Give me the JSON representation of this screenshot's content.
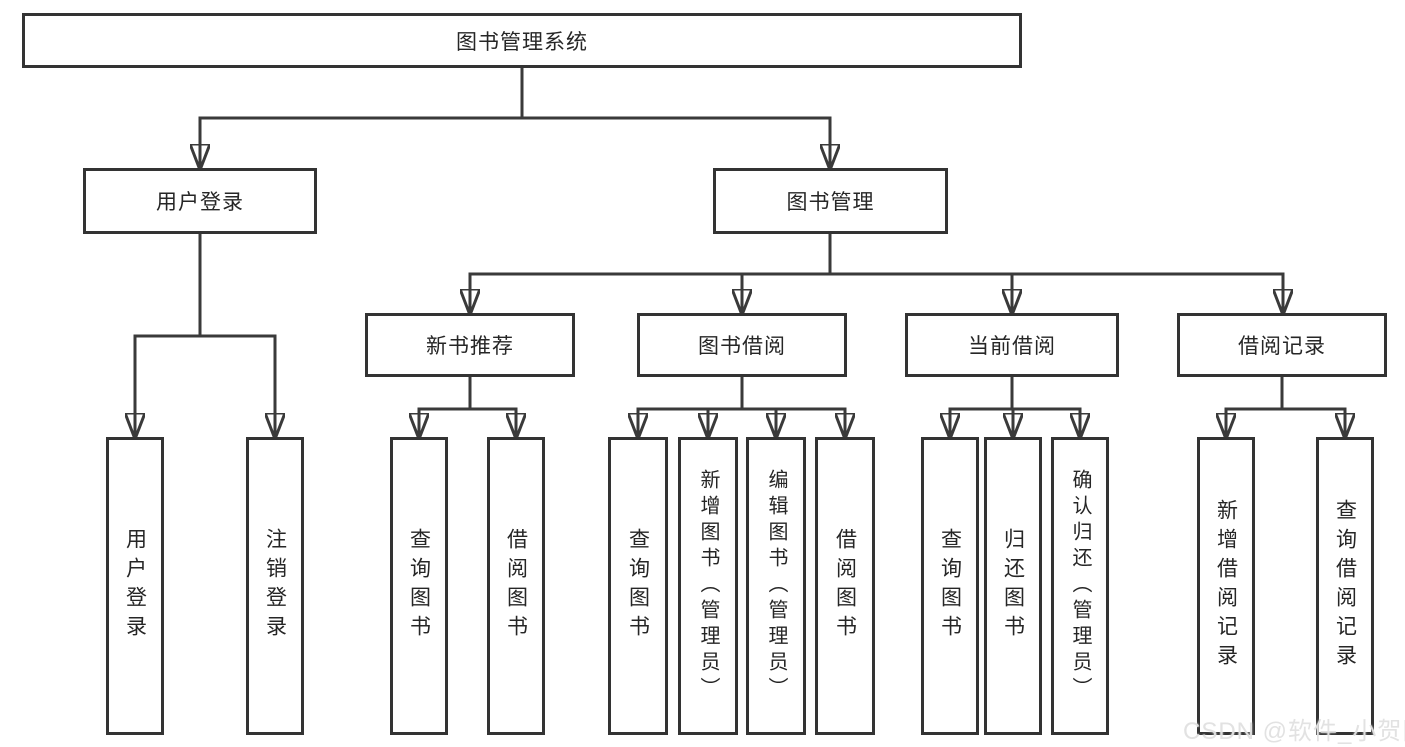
{
  "diagram": {
    "title": "图书管理系统",
    "root": {
      "label": "图书管理系统",
      "children": [
        {
          "label": "用户登录",
          "children": [
            {
              "label": "用户登录"
            },
            {
              "label": "注销登录"
            }
          ]
        },
        {
          "label": "图书管理",
          "children": [
            {
              "label": "新书推荐",
              "children": [
                {
                  "label": "查询图书"
                },
                {
                  "label": "借阅图书"
                }
              ]
            },
            {
              "label": "图书借阅",
              "children": [
                {
                  "label": "查询图书"
                },
                {
                  "label": "新增图书（管理员）"
                },
                {
                  "label": "编辑图书（管理员）"
                },
                {
                  "label": "借阅图书"
                }
              ]
            },
            {
              "label": "当前借阅",
              "children": [
                {
                  "label": "查询图书"
                },
                {
                  "label": "归还图书"
                },
                {
                  "label": "确认归还（管理员）"
                }
              ]
            },
            {
              "label": "借阅记录",
              "children": [
                {
                  "label": "新增借阅记录"
                },
                {
                  "label": "查询借阅记录"
                }
              ]
            }
          ]
        }
      ]
    }
  },
  "watermark": {
    "text": "CSDN @软件_小贺同学"
  },
  "colors": {
    "line": "#3a3a3a",
    "box_border": "#333333",
    "text": "#262626",
    "background": "#ffffff",
    "watermark": "#e0e0e0"
  }
}
